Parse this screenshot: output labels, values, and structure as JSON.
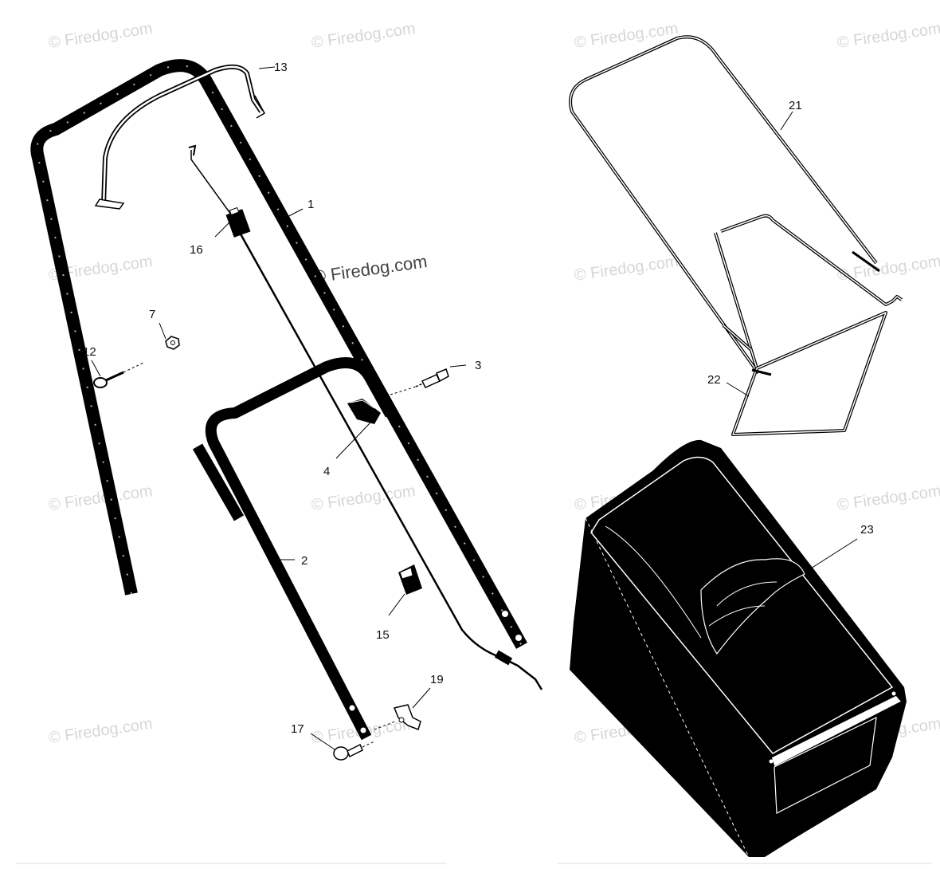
{
  "watermark": {
    "text": "© Firedog.com",
    "center_text": "© Firedog.com"
  },
  "callouts": {
    "c1": "1",
    "c2": "2",
    "c3": "3",
    "c4": "4",
    "c7": "7",
    "c12": "12",
    "c13": "13",
    "c15": "15",
    "c16": "16",
    "c17": "17",
    "c19": "19",
    "c21": "21",
    "c22": "22",
    "c23": "23"
  },
  "parts": [
    {
      "id": "1",
      "name": "upper-handle"
    },
    {
      "id": "2",
      "name": "lower-handle"
    },
    {
      "id": "3",
      "name": "bolt"
    },
    {
      "id": "4",
      "name": "cable-guide"
    },
    {
      "id": "7",
      "name": "nut"
    },
    {
      "id": "12",
      "name": "eye-bolt"
    },
    {
      "id": "13",
      "name": "control-bail"
    },
    {
      "id": "15",
      "name": "cable-clip"
    },
    {
      "id": "16",
      "name": "throttle-cable"
    },
    {
      "id": "17",
      "name": "carriage-bolt"
    },
    {
      "id": "19",
      "name": "wing-knob"
    },
    {
      "id": "21",
      "name": "grass-bag-frame-top"
    },
    {
      "id": "22",
      "name": "grass-bag-frame-bottom"
    },
    {
      "id": "23",
      "name": "grass-bag"
    }
  ]
}
